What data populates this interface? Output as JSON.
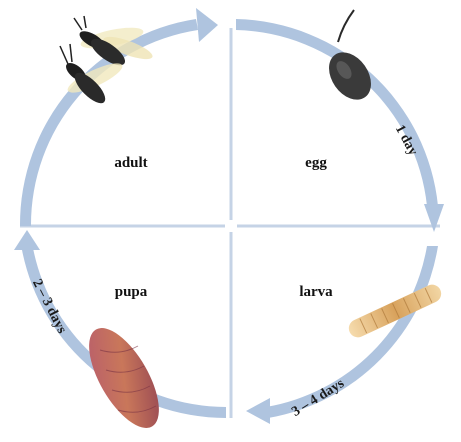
{
  "stages": {
    "adult": "adult",
    "egg": "egg",
    "larva": "larva",
    "pupa": "pupa"
  },
  "durations": {
    "egg_to_larva": "1 day",
    "larva_to_pupa": "3 – 4 days",
    "pupa_to_adult": "2 – 3 days"
  },
  "colors": {
    "cycle_arrow": "#afc4df",
    "divider": "#c5d3e6",
    "text": "#111111"
  },
  "icons": {
    "adult": "adult-insect-icon",
    "egg": "egg-icon",
    "larva": "larva-icon",
    "pupa": "pupa-icon"
  }
}
